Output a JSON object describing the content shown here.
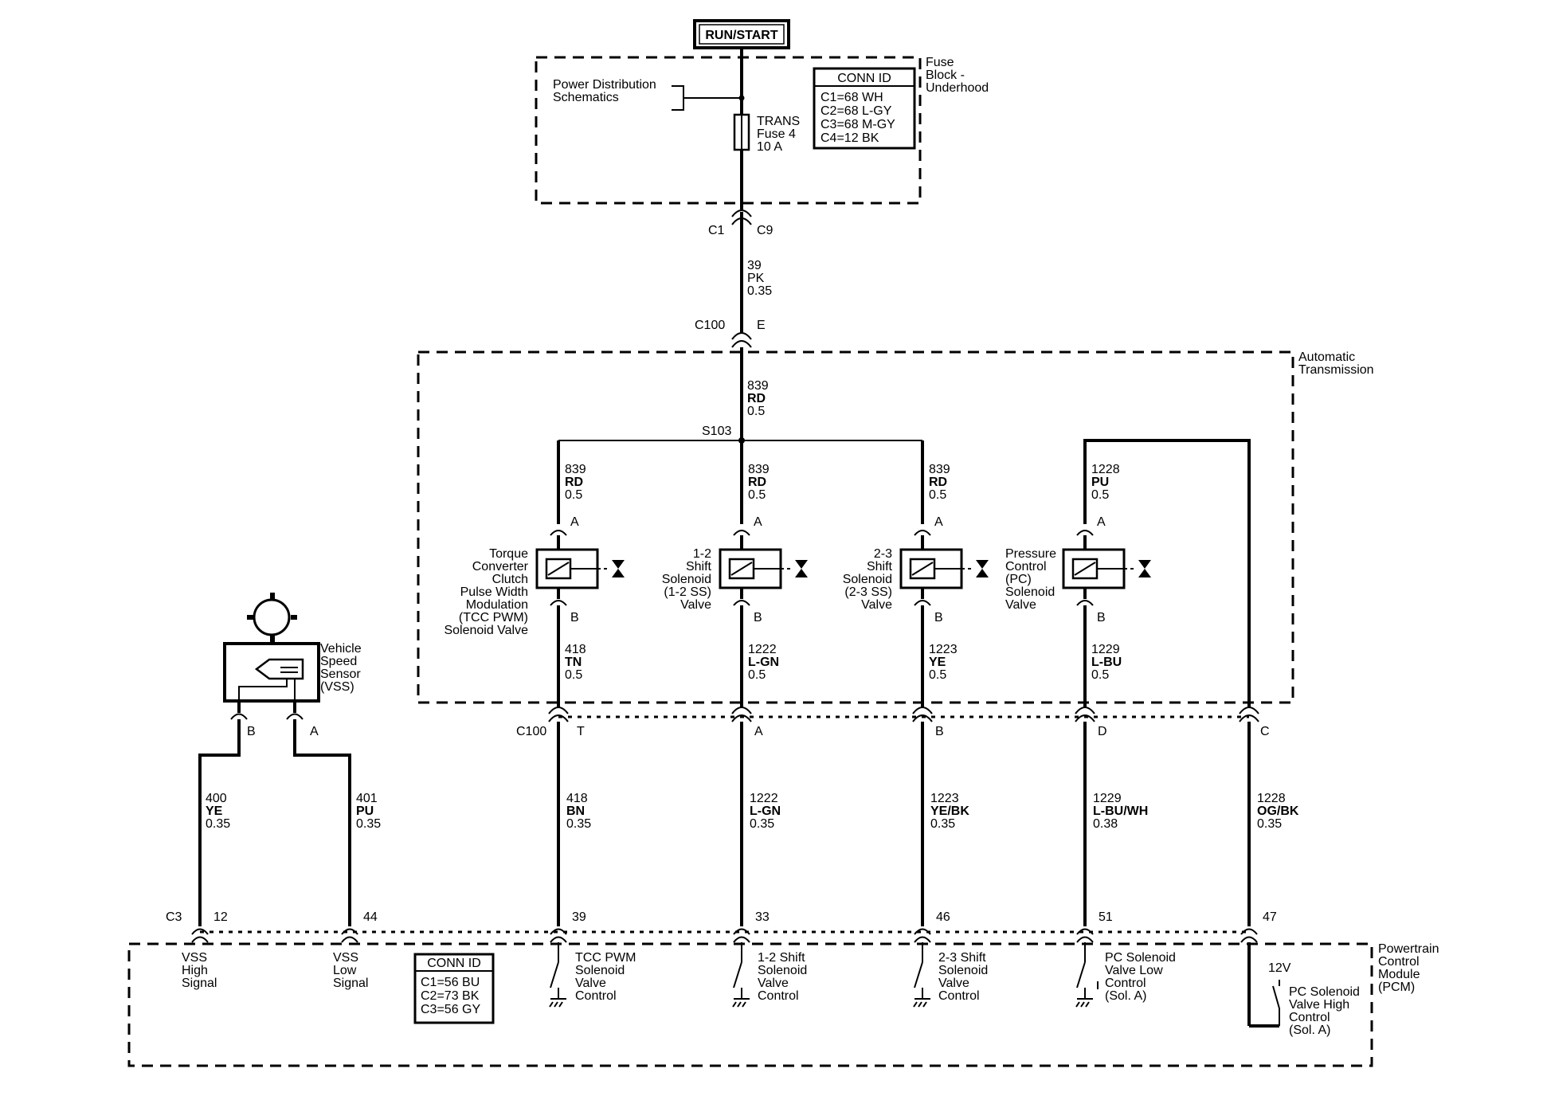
{
  "power": {
    "run_start": "RUN/START",
    "pds_line1": "Power Distribution",
    "pds_line2": "Schematics",
    "fuse_line1": "TRANS",
    "fuse_line2": "Fuse 4",
    "fuse_line3": "10 A",
    "fuse_block_line1": "Fuse",
    "fuse_block_line2": "Block -",
    "fuse_block_line3": "Underhood",
    "conn_id_title": "CONN ID",
    "conn_id_rows": [
      "C1=68 WH",
      "C2=68 L-GY",
      "C3=68 M-GY",
      "C4=12 BK"
    ]
  },
  "connectors": {
    "c1": "C1",
    "c9": "C9",
    "c100_top": "C100",
    "c100_top_pin": "E",
    "c100_bottom": "C100",
    "c3": "C3"
  },
  "wires": {
    "main_feed": [
      "39",
      "PK",
      "0.35"
    ],
    "trans_feed": [
      "839",
      "RD",
      "0.5"
    ],
    "splice": "S103"
  },
  "transmission": {
    "label_line1": "Automatic",
    "label_line2": "Transmission"
  },
  "solenoids": [
    {
      "upper_wire": [
        "839",
        "RD",
        "0.5"
      ],
      "pin_top": "A",
      "pin_bottom": "B",
      "label": [
        "Torque",
        "Converter",
        "Clutch",
        "Pulse Width",
        "Modulation",
        "(TCC PWM)",
        "Solenoid Valve"
      ],
      "lower_wire": [
        "418",
        "TN",
        "0.5"
      ],
      "c100_pin": "T",
      "harness_wire": [
        "418",
        "BN",
        "0.35"
      ],
      "pcm_pin": "39",
      "pcm_label": [
        "TCC PWM",
        "Solenoid",
        "Valve",
        "Control"
      ]
    },
    {
      "upper_wire": [
        "839",
        "RD",
        "0.5"
      ],
      "pin_top": "A",
      "pin_bottom": "B",
      "label": [
        "1-2",
        "Shift",
        "Solenoid",
        "(1-2 SS)",
        "Valve"
      ],
      "lower_wire": [
        "1222",
        "L-GN",
        "0.5"
      ],
      "c100_pin": "A",
      "harness_wire": [
        "1222",
        "L-GN",
        "0.35"
      ],
      "pcm_pin": "33",
      "pcm_label": [
        "1-2 Shift",
        "Solenoid",
        "Valve",
        "Control"
      ]
    },
    {
      "upper_wire": [
        "839",
        "RD",
        "0.5"
      ],
      "pin_top": "A",
      "pin_bottom": "B",
      "label": [
        "2-3",
        "Shift",
        "Solenoid",
        "(2-3 SS)",
        "Valve"
      ],
      "lower_wire": [
        "1223",
        "YE",
        "0.5"
      ],
      "c100_pin": "B",
      "harness_wire": [
        "1223",
        "YE/BK",
        "0.35"
      ],
      "pcm_pin": "46",
      "pcm_label": [
        "2-3 Shift",
        "Solenoid",
        "Valve",
        "Control"
      ]
    },
    {
      "upper_wire": [
        "1228",
        "PU",
        "0.5"
      ],
      "pin_top": "A",
      "pin_bottom": "B",
      "label": [
        "Pressure",
        "Control",
        "(PC)",
        "Solenoid",
        "Valve"
      ],
      "lower_wire": [
        "1229",
        "L-BU",
        "0.5"
      ],
      "c100_pin": "D",
      "harness_wire": [
        "1229",
        "L-BU/WH",
        "0.38"
      ],
      "pcm_pin": "51",
      "pcm_label": [
        "PC Solenoid",
        "Valve Low",
        "Control",
        "(Sol. A)"
      ]
    }
  ],
  "pc_high": {
    "c100_pin": "C",
    "harness_wire": [
      "1228",
      "OG/BK",
      "0.35"
    ],
    "pcm_pin": "47",
    "voltage": "12V",
    "pcm_label": [
      "PC Solenoid",
      "Valve High",
      "Control",
      "(Sol. A)"
    ]
  },
  "vss": {
    "label": [
      "Vehicle",
      "Speed",
      "Sensor",
      "(VSS)"
    ],
    "pin_b": "B",
    "pin_a": "A",
    "wire_b": [
      "400",
      "YE",
      "0.35"
    ],
    "wire_a": [
      "401",
      "PU",
      "0.35"
    ],
    "pcm_pin_b": "12",
    "pcm_pin_a": "44",
    "pcm_label_b": [
      "VSS",
      "High",
      "Signal"
    ],
    "pcm_label_a": [
      "VSS",
      "Low",
      "Signal"
    ]
  },
  "pcm": {
    "label": [
      "Powertrain",
      "Control",
      "Module",
      "(PCM)"
    ],
    "conn_id_title": "CONN ID",
    "conn_id_rows": [
      "C1=56 BU",
      "C2=73 BK",
      "C3=56 GY"
    ]
  }
}
